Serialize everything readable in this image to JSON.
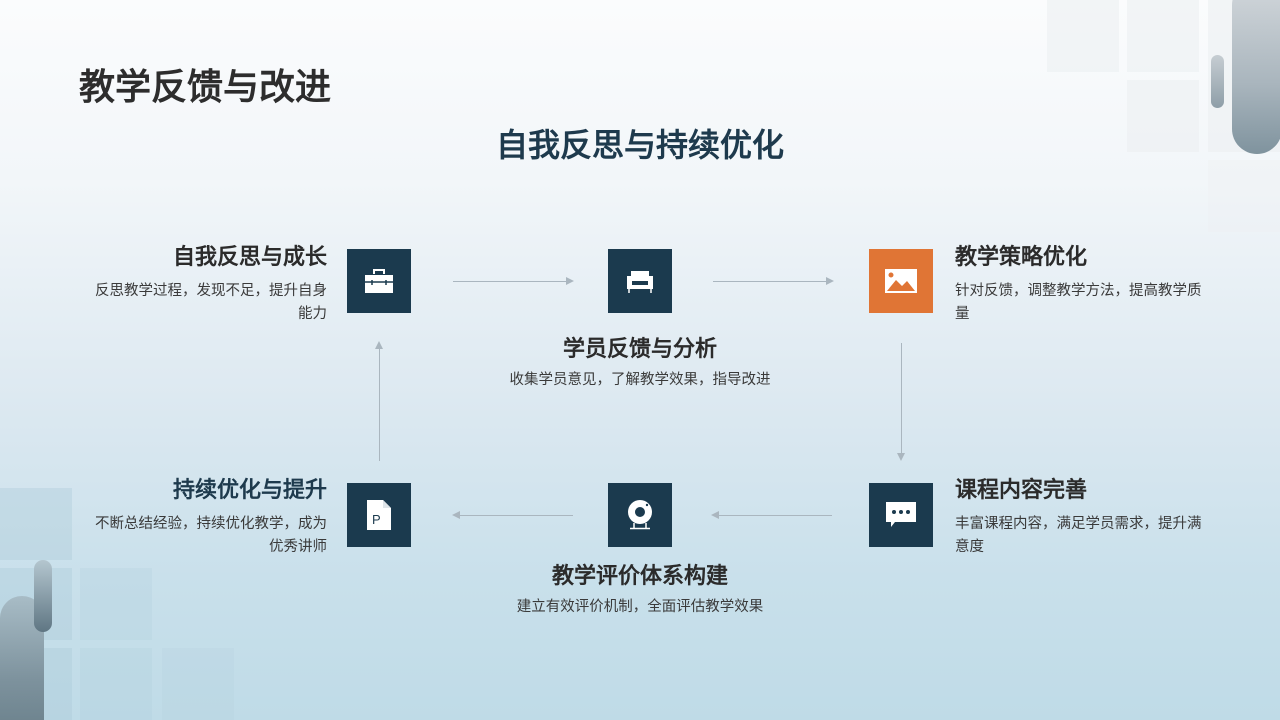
{
  "page": {
    "title": "教学反馈与改进",
    "subtitle": "自我反思与持续优化"
  },
  "colors": {
    "primary_dark": "#1b3a4e",
    "accent_orange": "#e07535",
    "heading_dark": "#1e3a4d"
  },
  "nodes": [
    {
      "id": "self-reflection",
      "title": "自我反思与成长",
      "desc": "反思教学过程，发现不足，提升自身能力",
      "icon": "toolbox-icon"
    },
    {
      "id": "student-feedback",
      "title": "学员反馈与分析",
      "desc": "收集学员意见，了解教学效果，指导改进",
      "icon": "armchair-icon"
    },
    {
      "id": "strategy-optimization",
      "title": "教学策略优化",
      "desc": "针对反馈，调整教学方法，提高教学质量",
      "icon": "image-icon"
    },
    {
      "id": "course-improvement",
      "title": "课程内容完善",
      "desc": "丰富课程内容，满足学员需求，提升满意度",
      "icon": "chat-bubble-icon"
    },
    {
      "id": "evaluation-system",
      "title": "教学评价体系构建",
      "desc": "建立有效评价机制，全面评估教学效果",
      "icon": "webcam-icon"
    },
    {
      "id": "continuous-improvement",
      "title": "持续优化与提升",
      "desc": "不断总结经验，持续优化教学，成为优秀讲师",
      "icon": "document-p-icon"
    }
  ],
  "flow": [
    "自我反思与成长 → 学员反馈与分析",
    "学员反馈与分析 → 教学策略优化",
    "教学策略优化 → 课程内容完善",
    "课程内容完善 → 教学评价体系构建",
    "教学评价体系构建 → 持续优化与提升",
    "持续优化与提升 → 自我反思与成长"
  ]
}
